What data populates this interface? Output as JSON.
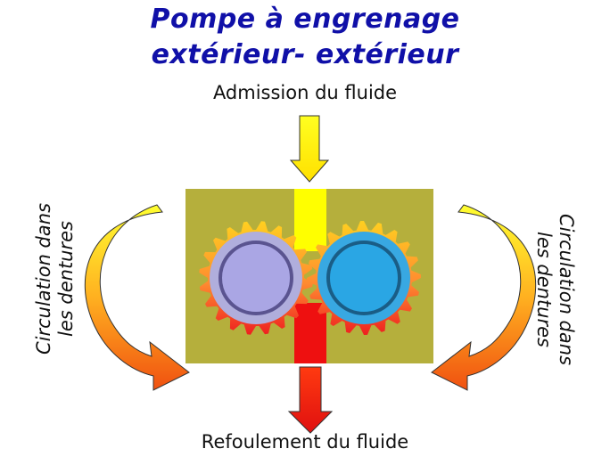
{
  "title": {
    "line1": "Pompe à engrenage",
    "line2": "extérieur- extérieur"
  },
  "labels": {
    "admission": "Admission du fluide",
    "refoulement": "Refoulement du fluide",
    "circulation_left_line1": "Circulation dans",
    "circulation_left_line2": "les dentures",
    "circulation_right_line1": "Circulation dans",
    "circulation_right_line2": "les dentures"
  },
  "colors": {
    "title": "#1010a8",
    "housing": "#b5af3c",
    "inlet": "#ffff00",
    "outlet": "#ee1010",
    "left_gear_center": "#aaa6e4",
    "right_gear_center": "#2aa6e4"
  }
}
